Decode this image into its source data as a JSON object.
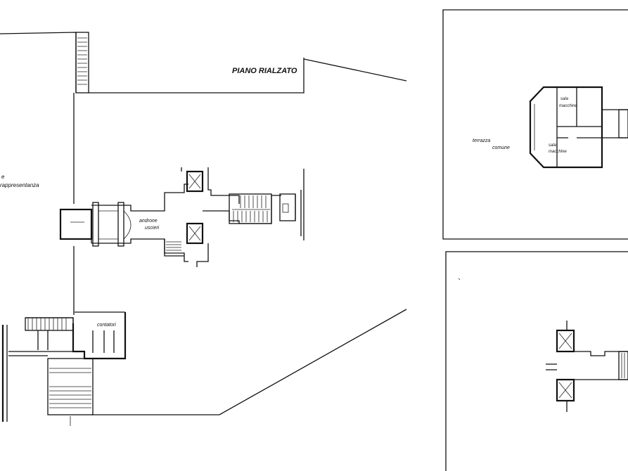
{
  "title": "PIANO RIALZATO",
  "rooms": {
    "left_partial": "e",
    "left_partial_2": "rappresentanza",
    "lobby_1": "androne",
    "lobby_2": "uscieri",
    "counters": "contatori",
    "inset_hall_1": "terrazza",
    "inset_hall_2": "comune",
    "inset_room_a_1": "sala",
    "inset_room_a_2": "macchine",
    "inset_room_b_1": "sala",
    "inset_room_b_2": "macchine"
  }
}
